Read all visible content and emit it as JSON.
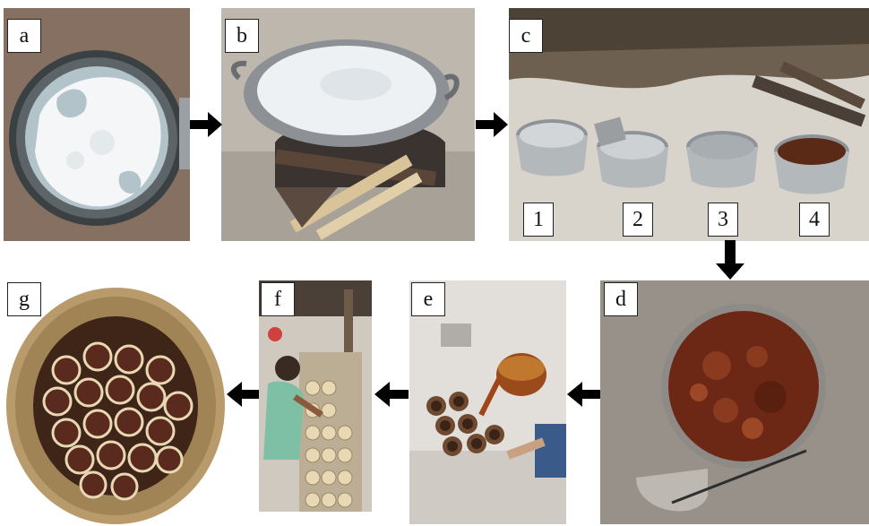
{
  "panels": {
    "a": {
      "label": "a"
    },
    "b": {
      "label": "b"
    },
    "c": {
      "label": "c",
      "pot_numbers": [
        "1",
        "2",
        "3",
        "4"
      ]
    },
    "d": {
      "label": "d"
    },
    "e": {
      "label": "e"
    },
    "f": {
      "label": "f"
    },
    "g": {
      "label": "g"
    }
  },
  "colors": {
    "arrow": "#000000",
    "ground": "#8a7566",
    "ash": "#c9c4bd",
    "froth": "#f4f6f8",
    "liquid": "#b3c3ca",
    "aluminium": "#a9aeb2",
    "syrup": "#7a2b14",
    "palm_sugar": "#5a2a1e",
    "basket": "#b99a6a"
  },
  "flow_order": [
    "a",
    "b",
    "c",
    "d",
    "e",
    "f",
    "g"
  ]
}
